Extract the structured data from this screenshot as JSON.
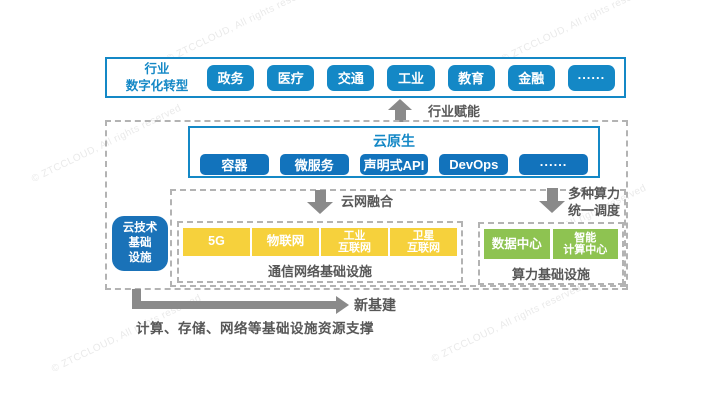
{
  "watermark": {
    "text": "© ZTCCLOUD, All rights reserved"
  },
  "colors": {
    "blue_primary": "#1488C6",
    "blue_dark": "#1273BC",
    "blue_box": "#1A72B8",
    "yellow": "#F6D13C",
    "green": "#8EC351",
    "arrow_gray": "#8A8A8A",
    "text_gray": "#575757"
  },
  "industry": {
    "label_line1": "行业",
    "label_line2": "数字化转型",
    "items": [
      "政务",
      "医疗",
      "交通",
      "工业",
      "教育",
      "金融",
      "......"
    ]
  },
  "empower_arrow": {
    "label": "行业赋能"
  },
  "cloud_native": {
    "title": "云原生",
    "items": [
      "容器",
      "微服务",
      "声明式API",
      "DevOps",
      "......"
    ]
  },
  "cloud_infra_box": {
    "lines": [
      "云技术",
      "基础",
      "设施"
    ]
  },
  "cloud_network_arrow": {
    "label": "云网融合"
  },
  "compute_arrow": {
    "lines": [
      "多种算力",
      "统一调度"
    ]
  },
  "network_infra": {
    "items": [
      {
        "lines": [
          "5G"
        ]
      },
      {
        "lines": [
          "物联网"
        ]
      },
      {
        "lines": [
          "工业",
          "互联网"
        ]
      },
      {
        "lines": [
          "卫星",
          "互联网"
        ]
      }
    ],
    "caption": "通信网络基础设施"
  },
  "compute_infra": {
    "items": [
      {
        "lines": [
          "数据中心"
        ]
      },
      {
        "lines": [
          "智能",
          "计算中心"
        ]
      }
    ],
    "caption": "算力基础设施"
  },
  "new_infra_arrow": {
    "label": "新基建"
  },
  "footer": {
    "text": "计算、存储、网络等基础设施资源支撑"
  }
}
